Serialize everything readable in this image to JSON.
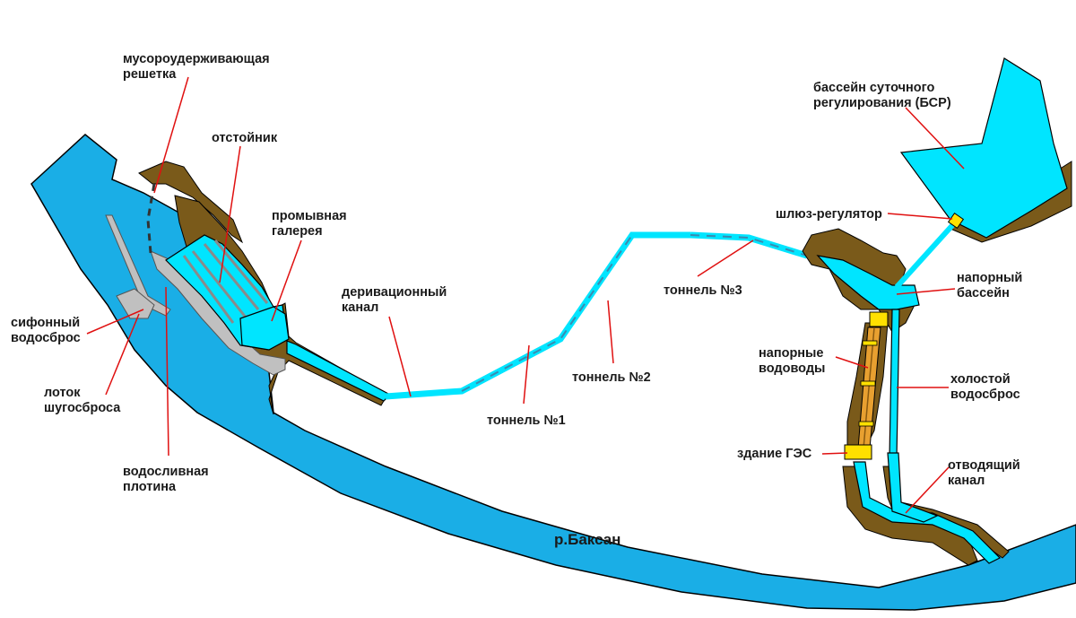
{
  "colors": {
    "river": "#1aaee6",
    "water": "#00e5ff",
    "earth": "#7a5a1a",
    "concrete": "#c0c0c0",
    "leader": "#e01010",
    "gate": "#ffe000",
    "penstock": "#e8a030"
  },
  "labels": {
    "trash_rack": [
      "мусороудерживающая",
      "решетка"
    ],
    "settler": "отстойник",
    "flush_gallery": [
      "промывная",
      "галерея"
    ],
    "diversion_canal": [
      "деривационный",
      "канал"
    ],
    "siphon_spillway": [
      "сифонный",
      "водосброс"
    ],
    "ice_chute": [
      "лоток",
      "шугосброса"
    ],
    "spillway_dam": [
      "водосливная",
      "плотина"
    ],
    "tunnel_1": "тоннель №1",
    "tunnel_2": "тоннель №2",
    "tunnel_3": "тоннель №3",
    "daily_basin": [
      "бассейн суточного",
      "регулирования (БСР)"
    ],
    "regulator_gate": "шлюз-регулятор",
    "forebay": [
      "напорный",
      "бассейн"
    ],
    "penstocks": [
      "напорные",
      "водоводы"
    ],
    "idle_spillway": [
      "холостой",
      "водосброс"
    ],
    "powerhouse": "здание ГЭС",
    "tailrace": [
      "отводящий",
      "канал"
    ],
    "river": "р.Баксан"
  }
}
